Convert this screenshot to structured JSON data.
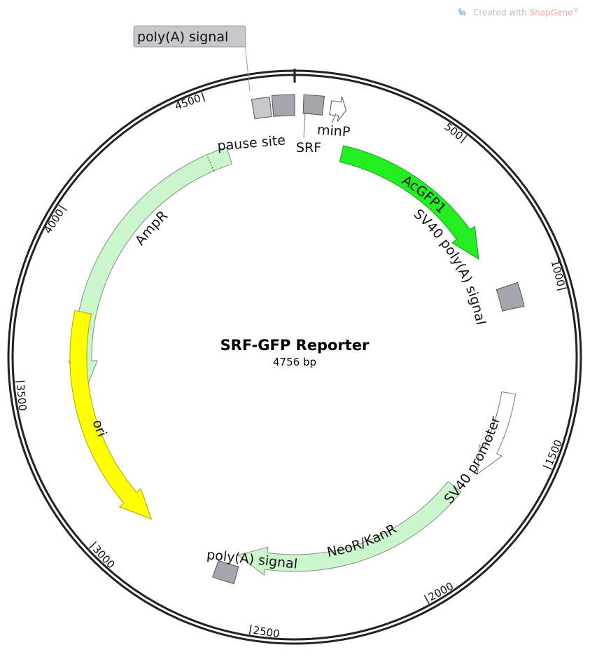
{
  "watermark": {
    "text": "Created with",
    "brand": "SnapGene",
    "mark": "®",
    "brand_color": "#f6a3a3",
    "text_color": "#bdbdbd"
  },
  "plasmid": {
    "name": "SRF-GFP Reporter",
    "length_label": "4756 bp",
    "length": 4756
  },
  "ticks": [
    {
      "pos": 500,
      "label": "500"
    },
    {
      "pos": 1000,
      "label": "1000"
    },
    {
      "pos": 1500,
      "label": "1500"
    },
    {
      "pos": 2000,
      "label": "2000"
    },
    {
      "pos": 2500,
      "label": "2500"
    },
    {
      "pos": 3000,
      "label": "3000"
    },
    {
      "pos": 3500,
      "label": "3500"
    },
    {
      "pos": 4000,
      "label": "4000"
    },
    {
      "pos": 4500,
      "label": "4500"
    }
  ],
  "features": {
    "acgfp1": {
      "label": "AcGFP1",
      "color": "#22ee22"
    },
    "sv40_polya": {
      "label": "SV40 poly(A) signal",
      "color": "#a3a6ad"
    },
    "sv40_promoter": {
      "label": "SV40 promoter",
      "color": "#ffffff"
    },
    "neor_kanr": {
      "label": "NeoR/KanR",
      "color": "#ccf6cc"
    },
    "polya_signal_lower": {
      "label": "poly(A) signal",
      "color": "#a3a6ad"
    },
    "ori": {
      "label": "ori",
      "color": "#ffff00"
    },
    "ampr": {
      "label": "AmpR",
      "color": "#ccf6cc"
    },
    "pause_site": {
      "label": "pause site",
      "color": "#a3a6ad"
    },
    "srf": {
      "label": "SRF",
      "color": "#a3a6ad"
    },
    "minp": {
      "label": "minP",
      "color": "#ffffff"
    },
    "polya_signal_top": {
      "label": "poly(A) signal",
      "color": "#c6c8cc"
    }
  }
}
